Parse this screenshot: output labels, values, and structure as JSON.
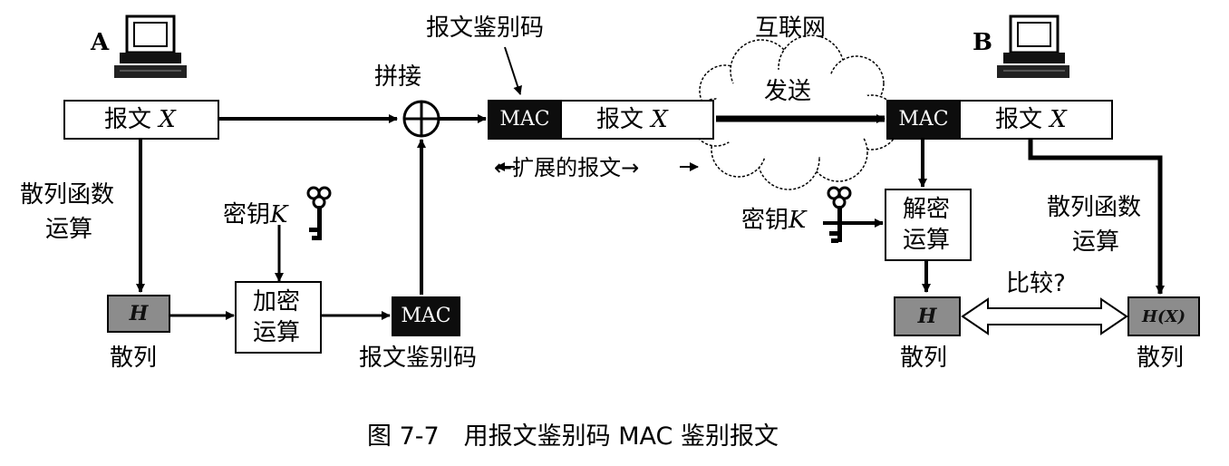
{
  "colors": {
    "line": "#000000",
    "mac_fill": "#0d0d0d",
    "hash_fill": "#8c8c8c",
    "cloud_fill": "#ffffff",
    "background": "#ffffff"
  },
  "sender": {
    "label": "A",
    "message_box": {
      "prefix": "报文",
      "var": "X"
    },
    "hash_op_line1": "散列函数",
    "hash_op_line2": "运算",
    "hash_cell": "H",
    "hash_label": "散列",
    "key_prefix": "密钥",
    "key_var": "K",
    "encrypt_line1": "加密",
    "encrypt_line2": "运算",
    "mac_cell": "MAC",
    "mac_label": "报文鉴别码",
    "concat_label": "拼接"
  },
  "extended_message": {
    "top_label": "报文鉴别码",
    "mac_cell": "MAC",
    "message_prefix": "报文",
    "message_var": "X",
    "span_label": "←扩展的报文→"
  },
  "network": {
    "label": "互联网",
    "send_label": "发送"
  },
  "receiver": {
    "label": "B",
    "mac_cell": "MAC",
    "message_prefix": "报文",
    "message_var": "X",
    "key_prefix": "密钥",
    "key_var": "K",
    "decrypt_line1": "解密",
    "decrypt_line2": "运算",
    "hash_op_line1": "散列函数",
    "hash_op_line2": "运算",
    "hash_cell_left": "H",
    "hash_cell_right": "H(X)",
    "hash_label_left": "散列",
    "hash_label_right": "散列",
    "compare_label": "比较?"
  },
  "caption": "图 7-7　用报文鉴别码 MAC 鉴别报文",
  "icons": [
    "computer-icon",
    "key-icon",
    "plus-circle-icon",
    "cloud-icon"
  ]
}
